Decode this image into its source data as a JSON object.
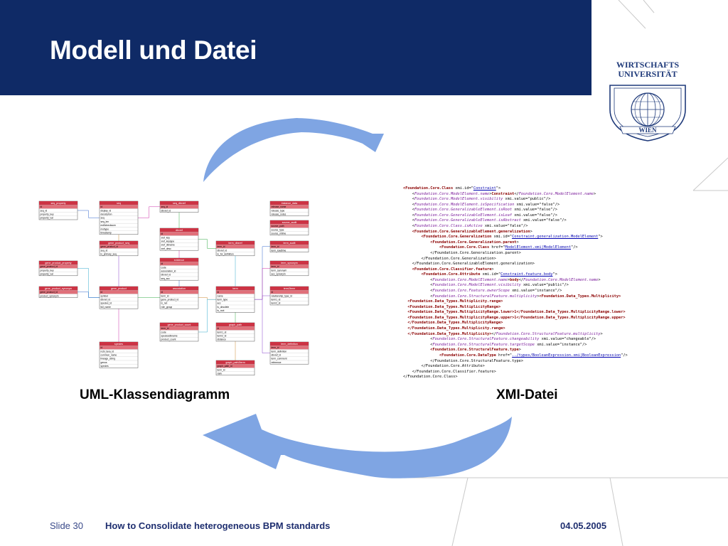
{
  "title": "Modell und Datei",
  "logo": {
    "line1": "WIRTSCHAFTS",
    "line2": "UNIVERSITÄT",
    "line3": "WIEN"
  },
  "captions": {
    "uml": "UML-Klassendiagramm",
    "xmi": "XMI-Datei"
  },
  "colors": {
    "header": "#0f2a66",
    "title": "#ffffff",
    "arrow": "#7fb0e8",
    "class_header": "#cc3344",
    "class_key_row": "#e0707a"
  },
  "uml_classes": [
    {
      "name": "seq_property",
      "rows": [
        "id",
        "seq_id",
        "property_key",
        "property_val"
      ]
    },
    {
      "name": "seq",
      "rows": [
        "id",
        "display_id",
        "description",
        "seq",
        "seq_len",
        "md5checksum",
        "moltype",
        "timestamp"
      ]
    },
    {
      "name": "seq_dbxref",
      "rows": [
        "seq_id",
        "dbxref_id"
      ]
    },
    {
      "name": "instance_data",
      "rows": [
        "release_name",
        "release_type",
        "release_notes"
      ]
    },
    {
      "name": "source_audit",
      "rows": [
        "source_path",
        "source_type",
        "source_mtime"
      ]
    },
    {
      "name": "gene_product_seq",
      "rows": [
        "gene_product_id",
        "seq_id",
        "is_primary_seq"
      ]
    },
    {
      "name": "dbxref",
      "rows": [
        "id",
        "xref_key",
        "xref_keytype",
        "xref_dbname",
        "xref_desc"
      ]
    },
    {
      "name": "term_dbxref",
      "rows": [
        "term_id",
        "dbxref_id",
        "is_for_definition"
      ]
    },
    {
      "name": "term_audit",
      "rows": [
        "term_id",
        "term_loadtime"
      ]
    },
    {
      "name": "gene_product_property",
      "rows": [
        "gene_product_id",
        "property_key",
        "property_val"
      ]
    },
    {
      "name": "evidence",
      "rows": [
        "id",
        "code",
        "association_id",
        "dbxref_id",
        "seq_acc"
      ]
    },
    {
      "name": "term_synonym",
      "rows": [
        "term_id",
        "term_synonym",
        "acc_synonym"
      ]
    },
    {
      "name": "gene_product_synonym",
      "rows": [
        "gene_product_id",
        "product_synonym"
      ]
    },
    {
      "name": "gene_product",
      "rows": [
        "id",
        "symbol",
        "dbxref_id",
        "species_id",
        "full_name"
      ]
    },
    {
      "name": "association",
      "rows": [
        "id",
        "term_id",
        "gene_product_id",
        "is_not",
        "role_group"
      ]
    },
    {
      "name": "term",
      "rows": [
        "id",
        "name",
        "term_type",
        "acc",
        "is_obsolete",
        "is_root"
      ]
    },
    {
      "name": "term2term",
      "rows": [
        "id",
        "relationship_type_id",
        "term1_id",
        "term2_id"
      ]
    },
    {
      "name": "gene_product_count",
      "rows": [
        "term_id",
        "code",
        "speciesdbname",
        "product_count"
      ]
    },
    {
      "name": "graph_path",
      "rows": [
        "id",
        "term1_id",
        "term2_id",
        "distance"
      ]
    },
    {
      "name": "term_definition",
      "rows": [
        "term_id",
        "term_definition",
        "dbxref_id",
        "term_comment",
        "reference"
      ]
    },
    {
      "name": "species",
      "rows": [
        "id",
        "ncbi_taxa_id",
        "common_name",
        "lineage_string",
        "genus",
        "species"
      ]
    },
    {
      "name": "graph_path2term",
      "rows": [
        "graph_path_id",
        "term_id",
        "rank"
      ]
    }
  ],
  "xmi_lines": [
    [
      [
        0,
        "t",
        "<Foundation.Core.Class"
      ],
      [
        0,
        "",
        "",
        " xmi.id=\""
      ],
      [
        0,
        "u",
        "Constraint"
      ],
      [
        0,
        "",
        "\">"
      ]
    ],
    [
      [
        2,
        "",
        ""
      ],
      [
        0,
        "",
        "<"
      ],
      [
        0,
        "i",
        "Foundation.Core.ModelElement.name"
      ],
      [
        0,
        "",
        ">"
      ],
      [
        0,
        "t",
        "Constraint"
      ],
      [
        0,
        "",
        "</"
      ],
      [
        0,
        "i",
        "Foundation.Core.ModelElement.name"
      ],
      [
        0,
        "",
        ">"
      ]
    ],
    [
      [
        2,
        "",
        ""
      ],
      [
        0,
        "",
        "<"
      ],
      [
        0,
        "i",
        "Foundation.Core.ModelElement.visibility"
      ],
      [
        0,
        "",
        " xmi.value=\"public\"/>"
      ]
    ],
    [
      [
        2,
        "",
        ""
      ],
      [
        0,
        "",
        "<"
      ],
      [
        0,
        "i",
        "Foundation.Core.ModelElement.isSpecification"
      ],
      [
        0,
        "",
        " xmi.value=\"false\"/>"
      ]
    ],
    [
      [
        2,
        "",
        ""
      ],
      [
        0,
        "",
        "<"
      ],
      [
        0,
        "i",
        "Foundation.Core.GeneralizableElement.isRoot"
      ],
      [
        0,
        "",
        " xmi.value=\"false\"/>"
      ]
    ],
    [
      [
        2,
        "",
        ""
      ],
      [
        0,
        "",
        "<"
      ],
      [
        0,
        "i",
        "Foundation.Core.GeneralizableElement.isLeaf"
      ],
      [
        0,
        "",
        " xmi.value=\"false\"/>"
      ]
    ],
    [
      [
        2,
        "",
        ""
      ],
      [
        0,
        "",
        "<"
      ],
      [
        0,
        "i",
        "Foundation.Core.GeneralizableElement.isAbstract"
      ],
      [
        0,
        "",
        " xmi.value=\"false\"/>"
      ]
    ],
    [
      [
        2,
        "",
        ""
      ],
      [
        0,
        "",
        "<"
      ],
      [
        0,
        "i",
        "Foundation.Core.Class.isActive"
      ],
      [
        0,
        "",
        " xmi.value=\"false\"/>"
      ]
    ],
    [
      [
        2,
        "",
        ""
      ],
      [
        0,
        "t",
        "<Foundation.Core.GeneralizableElement.generalization"
      ],
      [
        0,
        "",
        ">"
      ]
    ],
    [
      [
        4,
        "",
        ""
      ],
      [
        0,
        "t",
        "<Foundation.Core.Generalization"
      ],
      [
        0,
        "",
        " xmi.id=\""
      ],
      [
        0,
        "u",
        "Constraint.generalization.ModelElement"
      ],
      [
        0,
        "",
        "\">"
      ]
    ],
    [
      [
        6,
        "",
        ""
      ],
      [
        0,
        "t",
        "<Foundation.Core.Generalization.parent"
      ],
      [
        0,
        "",
        ">"
      ]
    ],
    [
      [
        8,
        "",
        ""
      ],
      [
        0,
        "t",
        "<Foundation.Core.Class"
      ],
      [
        0,
        "",
        " href=\""
      ],
      [
        0,
        "u",
        "ModelElement.xmi|ModelElement"
      ],
      [
        0,
        "",
        "\"/>"
      ]
    ],
    [
      [
        6,
        "",
        ""
      ],
      [
        0,
        "",
        "</Foundation.Core.Generalization.parent>"
      ]
    ],
    [
      [
        4,
        "",
        ""
      ],
      [
        0,
        "",
        "</Foundation.Core.Generalization>"
      ]
    ],
    [
      [
        2,
        "",
        ""
      ],
      [
        0,
        "",
        "</Foundation.Core.GeneralizableElement.generalization>"
      ]
    ],
    [
      [
        2,
        "",
        ""
      ],
      [
        0,
        "t",
        "<Foundation.Core.Classifier.feature"
      ],
      [
        0,
        "",
        ">"
      ]
    ],
    [
      [
        4,
        "",
        ""
      ],
      [
        0,
        "t",
        "<Foundation.Core.Attribute"
      ],
      [
        0,
        "",
        " xmi.id=\""
      ],
      [
        0,
        "u",
        "Constraint.feature.body"
      ],
      [
        0,
        "",
        "\">"
      ]
    ],
    [
      [
        6,
        "",
        ""
      ],
      [
        0,
        "",
        "<"
      ],
      [
        0,
        "i",
        "Foundation.Core.ModelElement.name"
      ],
      [
        0,
        "",
        ">"
      ],
      [
        0,
        "t",
        "body"
      ],
      [
        0,
        "",
        "</"
      ],
      [
        0,
        "i",
        "Foundation.Core.ModelElement.name"
      ],
      [
        0,
        "",
        ">"
      ]
    ],
    [
      [
        6,
        "",
        ""
      ],
      [
        0,
        "",
        "<"
      ],
      [
        0,
        "i",
        "Foundation.Core.ModelElement.visibility"
      ],
      [
        0,
        "",
        " xmi.value=\"public\"/>"
      ]
    ],
    [
      [
        6,
        "",
        ""
      ],
      [
        0,
        "",
        "<"
      ],
      [
        0,
        "i",
        "Foundation.Core.Feature.ownerScope"
      ],
      [
        0,
        "",
        " xmi.value=\"instance\"/>"
      ]
    ],
    [
      [
        6,
        "",
        ""
      ],
      [
        0,
        "",
        "<"
      ],
      [
        0,
        "i",
        "Foundation.Core.StructuralFeature.multiplicity"
      ],
      [
        0,
        "",
        ">"
      ],
      [
        0,
        "t",
        "<Foundation.Data_Types.Multiplicity>"
      ]
    ],
    [
      [
        1,
        "",
        ""
      ],
      [
        0,
        "t",
        "<Foundation.Data_Types.Multiplicity.range>"
      ]
    ],
    [
      [
        1,
        "",
        ""
      ],
      [
        0,
        "t",
        "<Foundation.Data_Types.MultiplicityRange>"
      ]
    ],
    [
      [
        1,
        "",
        ""
      ],
      [
        0,
        "t",
        "<Foundation.Data_Types.MultiplicityRange.lower>1</Foundation.Data_Types.MultiplicityRange.lower>"
      ]
    ],
    [
      [
        1,
        "",
        ""
      ],
      [
        0,
        "t",
        "<Foundation.Data_Types.MultiplicityRange.upper>1</Foundation.Data_Types.MultiplicityRange.upper>"
      ]
    ],
    [
      [
        1,
        "",
        ""
      ],
      [
        0,
        "t",
        "</Foundation.Data_Types.MultiplicityRange>"
      ]
    ],
    [
      [
        1,
        "",
        ""
      ],
      [
        0,
        "t",
        "</Foundation.Data_Types.Multiplicity.range>"
      ]
    ],
    [
      [
        1,
        "",
        ""
      ],
      [
        0,
        "t",
        "</Foundation.Data_Types.Multiplicity>"
      ],
      [
        0,
        "",
        "</"
      ],
      [
        0,
        "i",
        "Foundation.Core.StructuralFeature.multiplicity"
      ],
      [
        0,
        "",
        ">"
      ]
    ],
    [
      [
        6,
        "",
        ""
      ],
      [
        0,
        "",
        "<"
      ],
      [
        0,
        "i",
        "Foundation.Core.StructuralFeature.changeability"
      ],
      [
        0,
        "",
        " xmi.value=\"changeable\"/>"
      ]
    ],
    [
      [
        6,
        "",
        ""
      ],
      [
        0,
        "",
        "<"
      ],
      [
        0,
        "i",
        "Foundation.Core.StructuralFeature.targetScope"
      ],
      [
        0,
        "",
        " xmi.value=\"instance\"/>"
      ]
    ],
    [
      [
        6,
        "",
        ""
      ],
      [
        0,
        "t",
        "<Foundation.Core.StructuralFeature.type"
      ],
      [
        0,
        "",
        ">"
      ]
    ],
    [
      [
        8,
        "",
        ""
      ],
      [
        0,
        "t",
        "<Foundation.Core.DataType"
      ],
      [
        0,
        "",
        " href=\""
      ],
      [
        0,
        "u",
        "../types/BooleanExpression.xmi|BooleanExpression"
      ],
      [
        0,
        "",
        "\"/>"
      ]
    ],
    [
      [
        6,
        "",
        ""
      ],
      [
        0,
        "",
        "</Foundation.Core.StructuralFeature.type>"
      ]
    ],
    [
      [
        4,
        "",
        ""
      ],
      [
        0,
        "",
        "</Foundation.Core.Attribute>"
      ]
    ],
    [
      [
        2,
        "",
        ""
      ],
      [
        0,
        "",
        "</Foundation.Core.Classifier.feature>"
      ]
    ],
    [
      [
        0,
        "",
        ""
      ],
      [
        0,
        "",
        "</Foundation.Core.Class>"
      ]
    ]
  ],
  "footer": {
    "slide_label": "Slide 30",
    "course": "How to Consolidate heterogeneous BPM standards",
    "date": "04.05.2005"
  }
}
